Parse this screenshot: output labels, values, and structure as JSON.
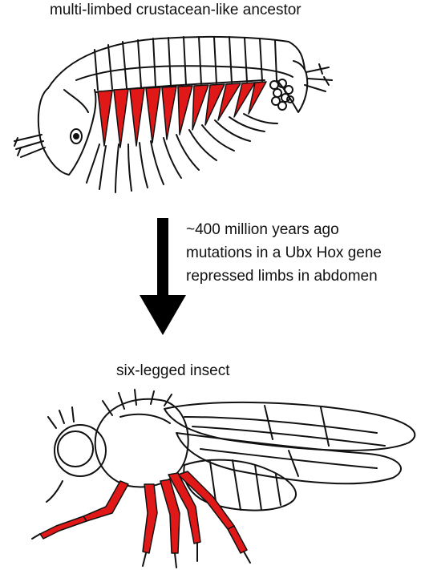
{
  "labels": {
    "ancestor": "multi-limbed crustacean-like ancestor",
    "insect": "six-legged insect"
  },
  "caption": {
    "line1": "~400 million years ago",
    "line2": "mutations in a Ubx Hox gene",
    "line3": "repressed limbs in abdomen"
  },
  "colors": {
    "highlight": "#e01818",
    "ink": "#111111"
  }
}
